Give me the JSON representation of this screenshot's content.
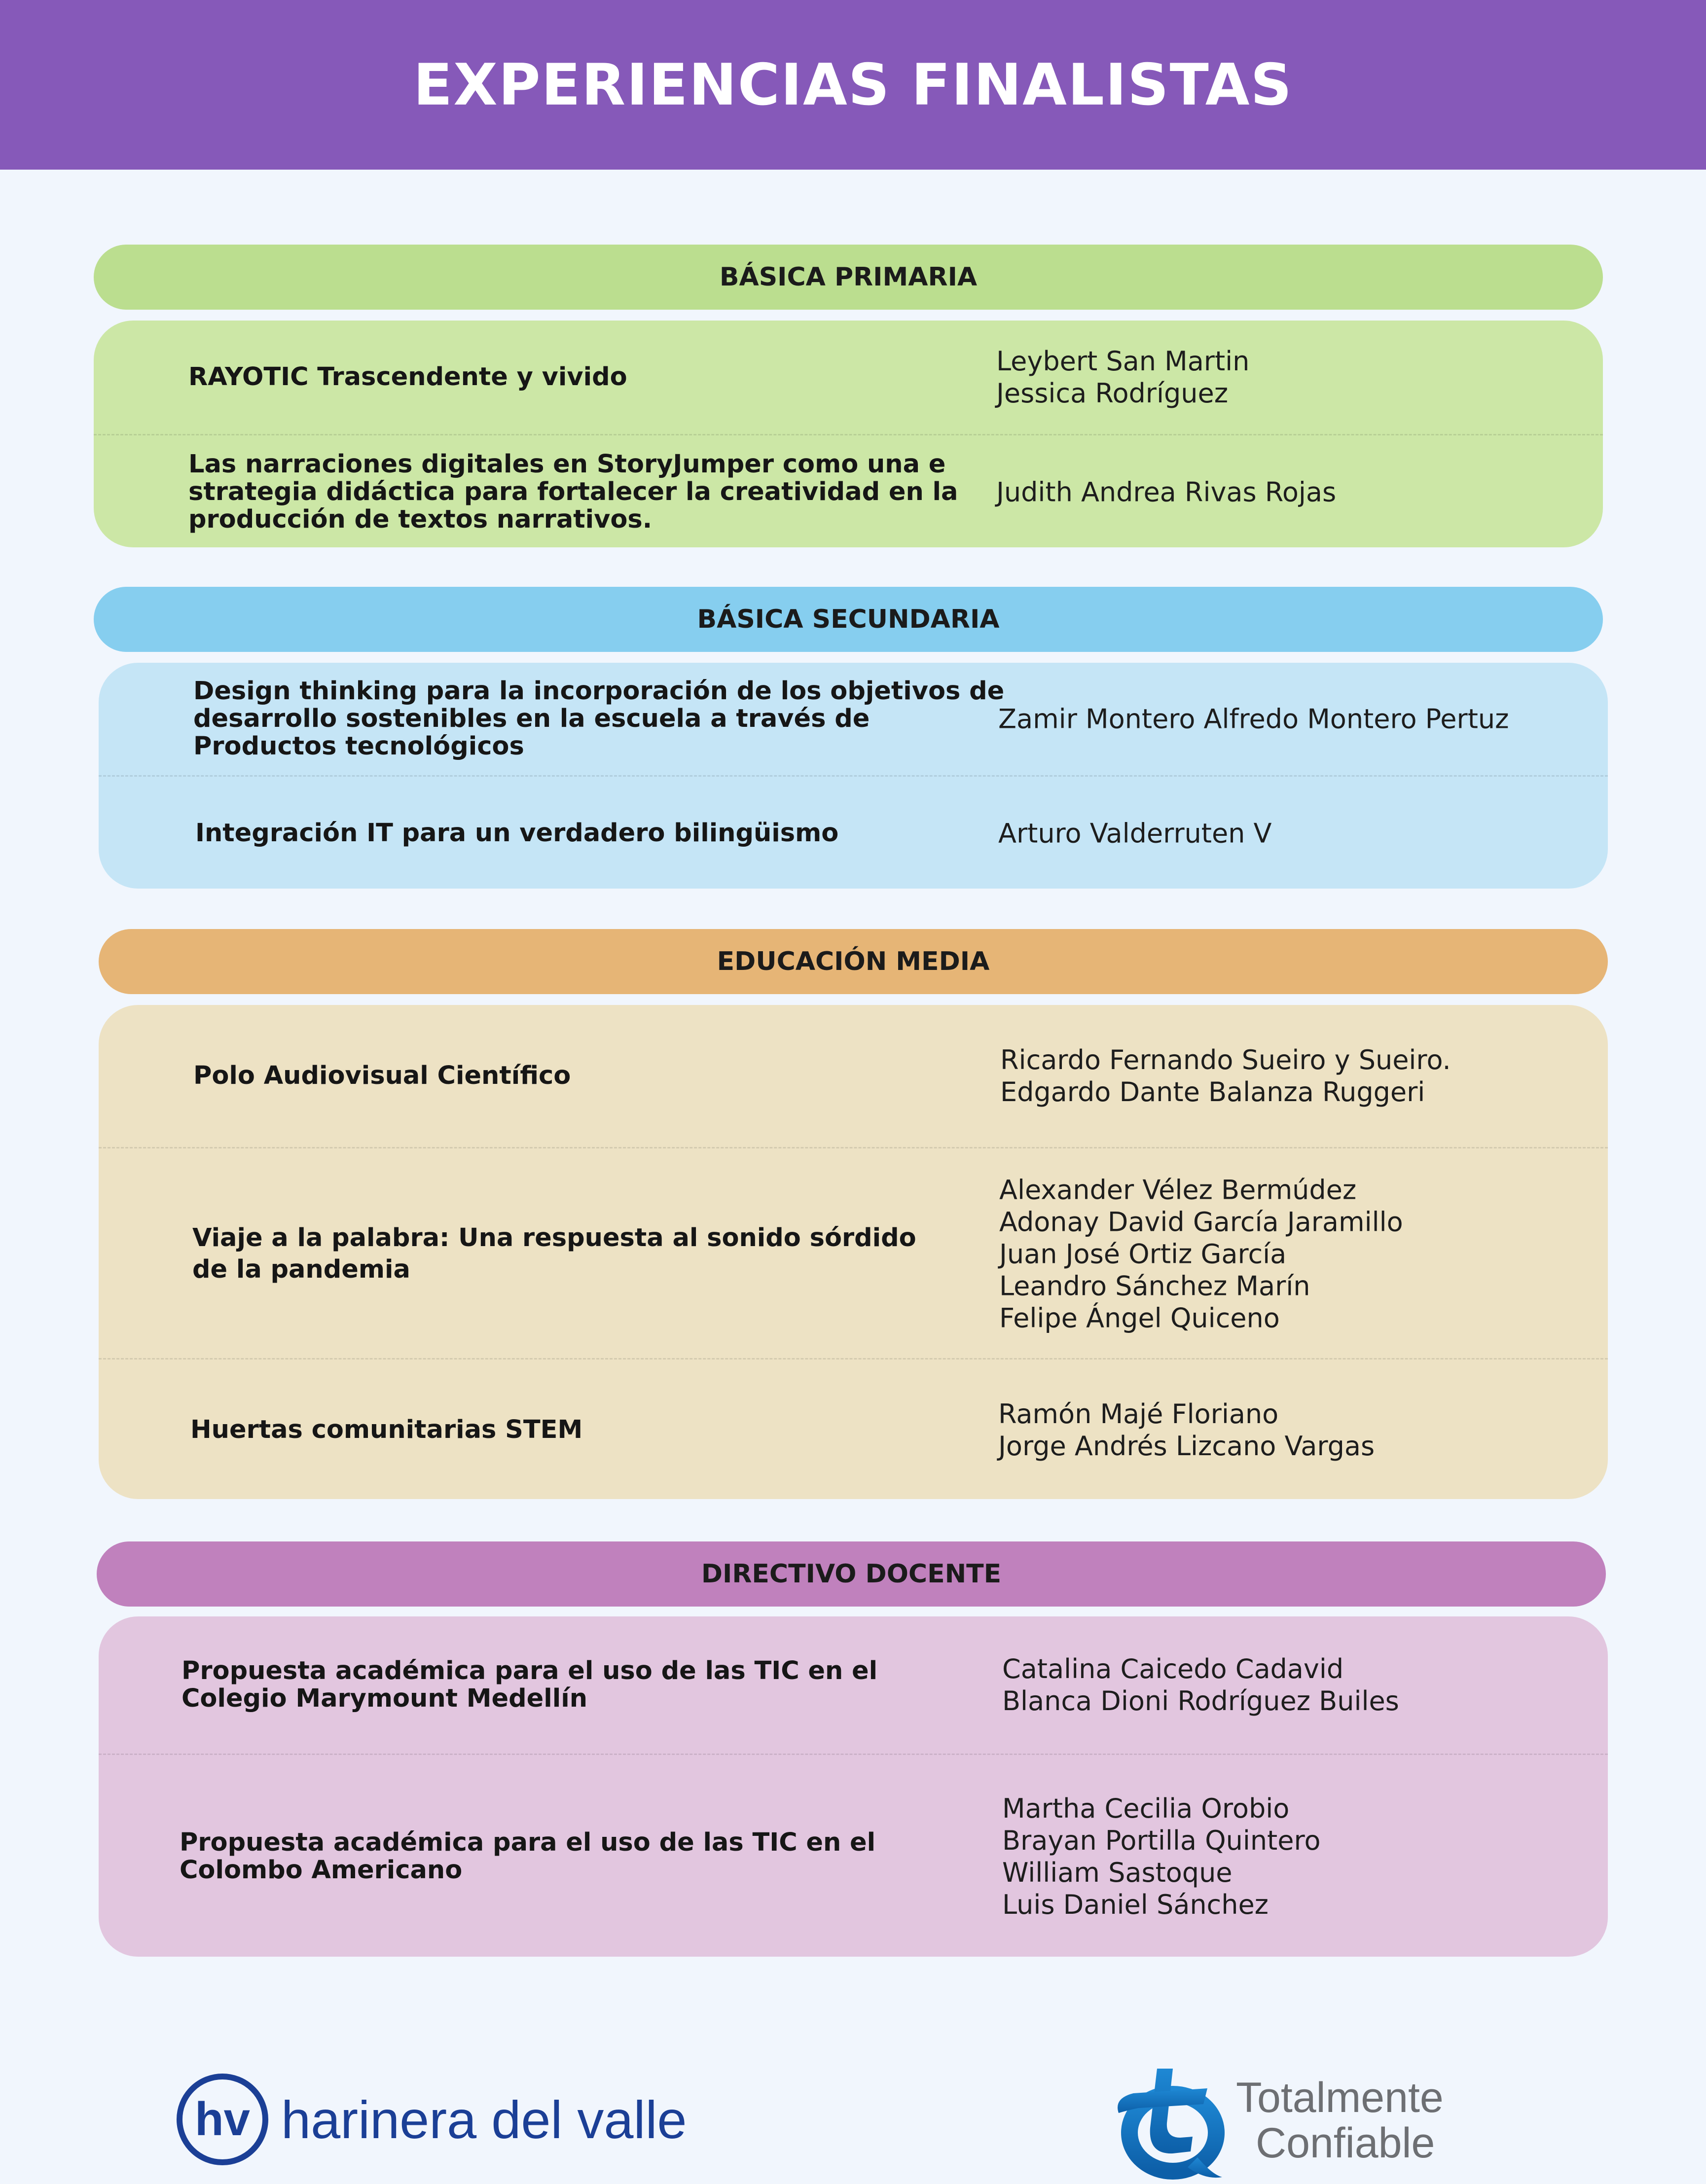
{
  "header": {
    "title": "EXPERIENCIAS FINALISTAS"
  },
  "sections": [
    {
      "heading": "BÁSICA PRIMARIA",
      "rows": [
        {
          "title": "RAYOTIC Trascendente y vivido",
          "names": [
            "Leybert San Martin",
            "Jessica Rodríguez"
          ]
        },
        {
          "title": "Las narraciones digitales en StoryJumper como una e\nstrategia didáctica para fortalecer la creatividad en la\nproducción de textos narrativos.",
          "names": [
            "Judith Andrea Rivas Rojas"
          ]
        }
      ]
    },
    {
      "heading": "BÁSICA SECUNDARIA",
      "rows": [
        {
          "title": "Design thinking para la incorporación de los objetivos de\ndesarrollo sostenibles en la escuela a través de\nProductos tecnológicos",
          "names": [
            "Zamir Montero Alfredo Montero Pertuz"
          ]
        },
        {
          "title": "Integración IT para un verdadero bilingüismo",
          "names": [
            "Arturo Valderruten V"
          ]
        }
      ]
    },
    {
      "heading": "EDUCACIÓN MEDIA",
      "rows": [
        {
          "title": "Polo Audiovisual Científico",
          "names": [
            "Ricardo Fernando Sueiro y Sueiro.",
            "Edgardo Dante Balanza Ruggeri"
          ]
        },
        {
          "title": "Viaje a la palabra: Una respuesta al sonido sórdido\nde la pandemia",
          "names": [
            "Alexander Vélez Bermúdez",
            "Adonay David García Jaramillo",
            "Juan José Ortiz García",
            "Leandro Sánchez Marín",
            "Felipe Ángel Quiceno"
          ]
        },
        {
          "title": "Huertas comunitarias STEM",
          "names": [
            "Ramón Majé Floriano",
            "Jorge Andrés Lizcano Vargas"
          ]
        }
      ]
    },
    {
      "heading": "DIRECTIVO DOCENTE",
      "rows": [
        {
          "title": "Propuesta académica para el uso de las TIC  en el\nColegio Marymount Medellín",
          "names": [
            "Catalina Caicedo Cadavid",
            "Blanca Dioni Rodríguez Builes"
          ]
        },
        {
          "title": "Propuesta académica para el uso de las TIC en el\nColombo Americano",
          "names": [
            "Martha Cecilia Orobio",
            "Brayan Portilla Quintero",
            "William Sastoque",
            "Luis Daniel Sánchez"
          ]
        }
      ]
    }
  ],
  "logos": {
    "left_mark": "hv",
    "left_text": "harinera del valle",
    "right_line1": "Totalmente",
    "right_line2": "Confiable",
    "brand_blue": "#1b3f96",
    "brand_gray": "#6d6f73"
  },
  "colors": {
    "header_bg": "#8659b9",
    "page_bg": "#f1f6fd"
  }
}
